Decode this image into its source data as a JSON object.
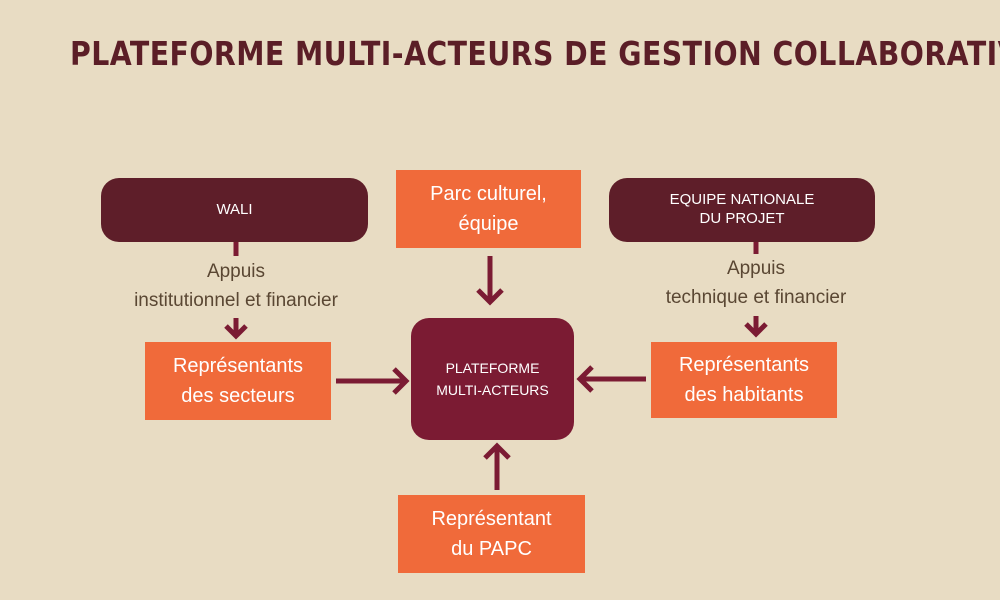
{
  "title": "PLATEFORME MULTI-ACTEURS DE GESTION COLLABORATIVE",
  "nodes": {
    "wali": "WALI",
    "parc_line1": "Parc culturel,",
    "parc_line2": "équipe",
    "equipe_line1": "EQUIPE NATIONALE",
    "equipe_line2": "DU PROJET",
    "secteurs_line1": "Représentants",
    "secteurs_line2": "des secteurs",
    "habitants_line1": "Représentants",
    "habitants_line2": "des habitants",
    "plateforme_line1": "PLATEFORME",
    "plateforme_line2": "MULTI-ACTEURS",
    "papc_line1": "Représentant",
    "papc_line2": "du PAPC"
  },
  "annotations": {
    "left_line1": "Appuis",
    "left_line2": "institutionnel et financier",
    "right_line1": "Appuis",
    "right_line2": "technique et financier"
  },
  "colors": {
    "background": "#e8dcc3",
    "title": "#5b1e27",
    "dark_box": "#5e1e29",
    "center_box": "#7b1b33",
    "orange_box": "#f06a3a",
    "arrow": "#7b1b33",
    "annotation_text": "#5a4733"
  }
}
